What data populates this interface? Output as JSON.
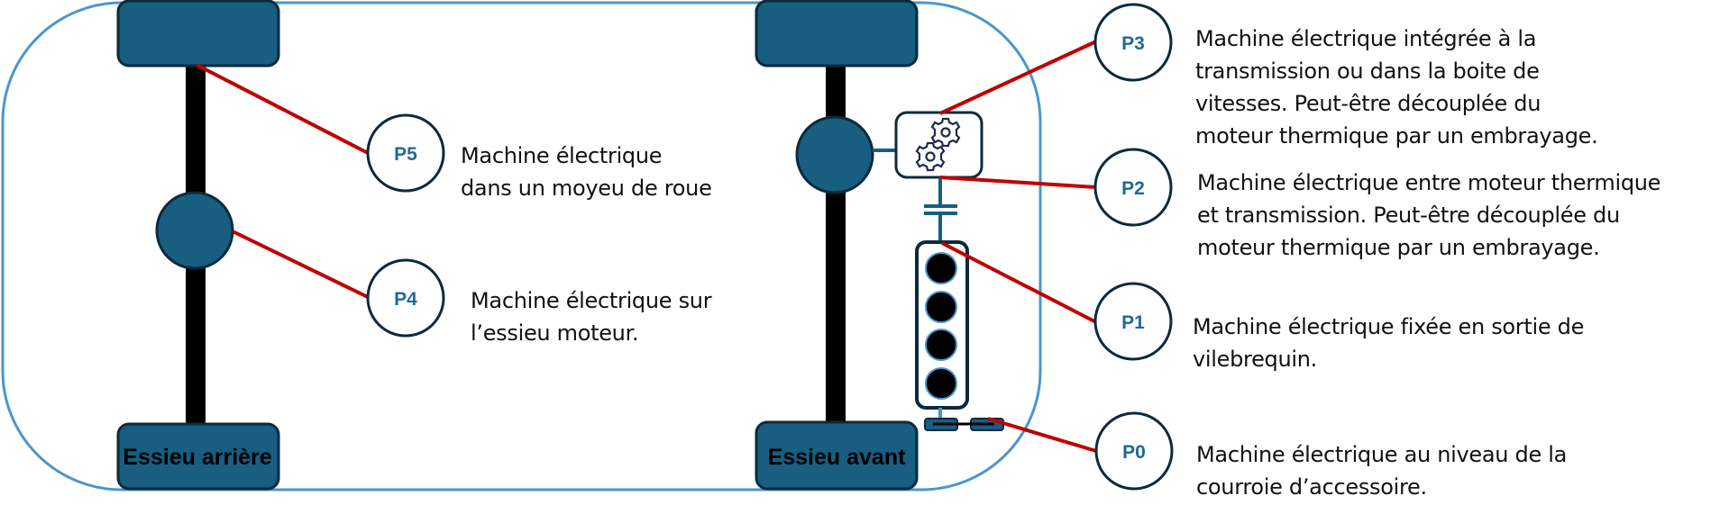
{
  "colors": {
    "wheel_fill": "#175E80",
    "wheel_stroke": "#0B2B3C",
    "axle": "#000000",
    "outline": "#4A96CE",
    "leader": "#C00000",
    "badge_text": "#1E6A93",
    "engine_stroke": "#0B2B3C",
    "cylinder_ring": "#4A96CE"
  },
  "axles": {
    "rear_label": "Essieu arrière",
    "front_label": "Essieu avant"
  },
  "positions": [
    {
      "id": "P5",
      "label": "P5",
      "lines": [
        "Machine électrique",
        "dans un moyeu de roue"
      ]
    },
    {
      "id": "P4",
      "label": "P4",
      "lines": [
        "Machine électrique sur",
        "l’essieu moteur."
      ]
    },
    {
      "id": "P3",
      "label": "P3",
      "lines": [
        "Machine électrique intégrée à la",
        "transmission ou dans la boite de",
        "vitesses. Peut-être découplée du",
        "moteur thermique par un embrayage."
      ]
    },
    {
      "id": "P2",
      "label": "P2",
      "lines": [
        "Machine électrique entre moteur thermique",
        "et transmission. Peut-être découplée du",
        "moteur thermique par un embrayage."
      ]
    },
    {
      "id": "P1",
      "label": "P1",
      "lines": [
        "Machine électrique fixée en sortie de",
        "vilebrequin."
      ]
    },
    {
      "id": "P0",
      "label": "P0",
      "lines": [
        "Machine électrique au niveau de la",
        "courroie d’accessoire."
      ]
    }
  ],
  "icons": {
    "gearbox": "gears-icon",
    "clutch": "clutch-icon",
    "engine": "engine-block-icon",
    "belt": "accessory-belt-icon"
  }
}
